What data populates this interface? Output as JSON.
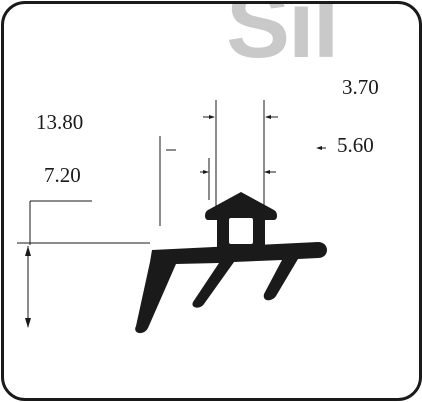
{
  "watermark": "Sil",
  "dimensions": {
    "a": "3.70",
    "b": "13.80",
    "c": "5.60",
    "d": "7.20"
  },
  "colors": {
    "profile": "#1a1a1a",
    "watermark": "#c9c9c9",
    "frame": "#1a1a1a"
  }
}
